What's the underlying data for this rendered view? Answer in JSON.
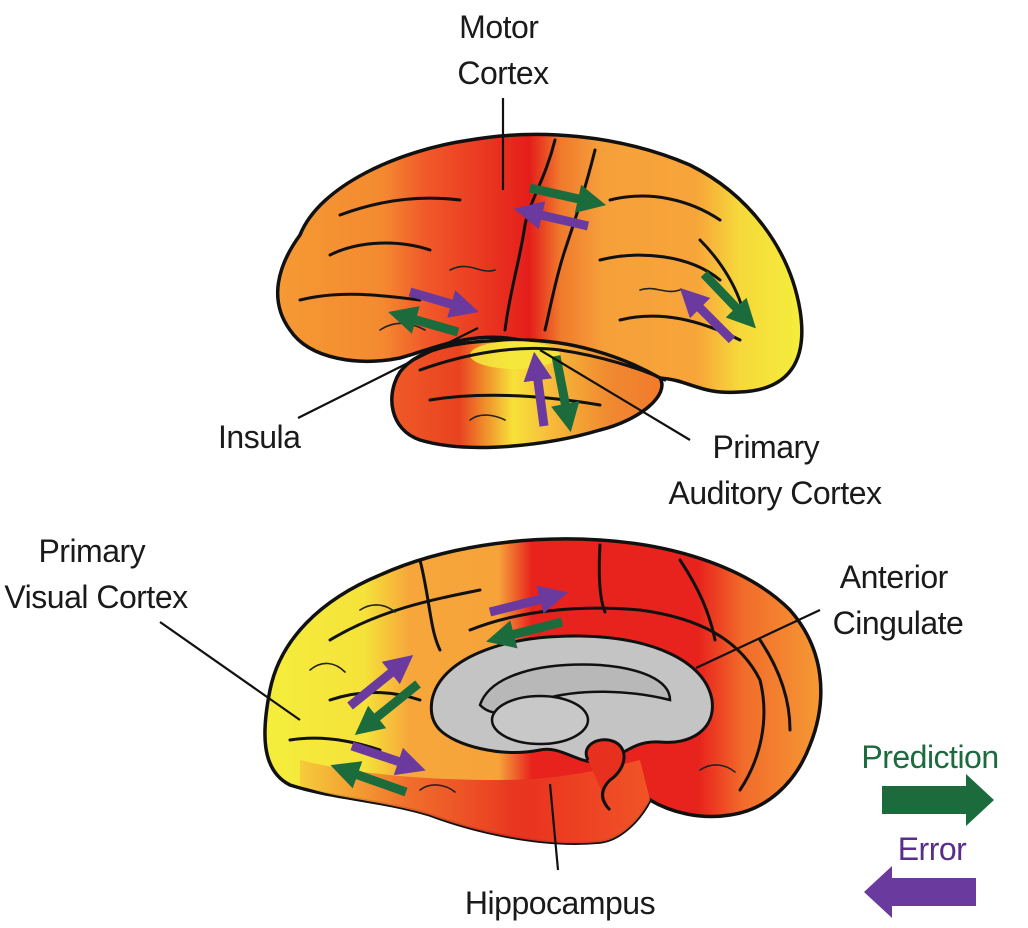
{
  "labels": {
    "motor_cortex": [
      "Motor",
      "Cortex"
    ],
    "insula": "Insula",
    "primary_auditory_cortex": [
      "Primary",
      "Auditory Cortex"
    ],
    "primary_visual_cortex": [
      "Primary",
      "Visual Cortex"
    ],
    "anterior_cingulate": [
      "Anterior",
      "Cingulate"
    ],
    "hippocampus": "Hippocampus"
  },
  "legend": {
    "prediction": "Prediction",
    "error": "Error"
  },
  "colors": {
    "prediction_arrow": "#1b6b3d",
    "error_arrow": "#6a3a9e",
    "heat_red": "#e8231d",
    "heat_orange_red": "#f26b2b",
    "heat_orange": "#f7a43a",
    "heat_yellow": "#f5ee3c",
    "medial_wall": "#c4c4c4"
  },
  "views": [
    "lateral",
    "medial"
  ]
}
